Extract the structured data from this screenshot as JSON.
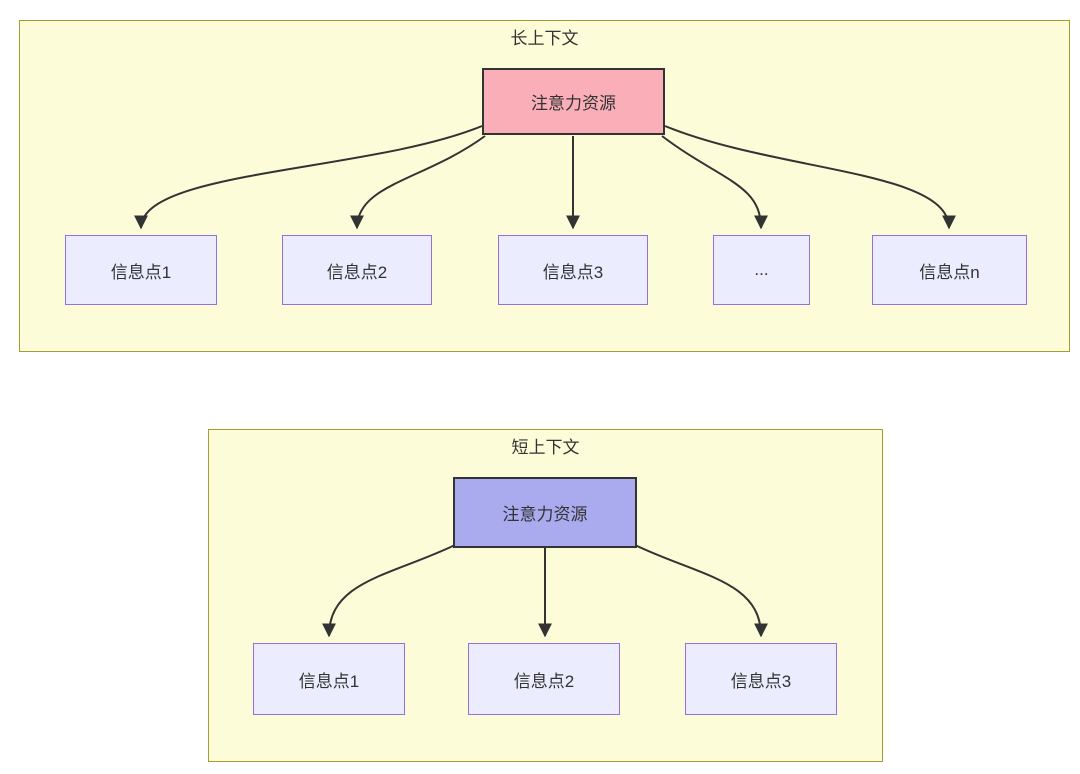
{
  "diagram": {
    "sections": [
      {
        "title": "长上下文",
        "source": "注意力资源",
        "targets": [
          "信息点1",
          "信息点2",
          "信息点3",
          "...",
          "信息点n"
        ]
      },
      {
        "title": "短上下文",
        "source": "注意力资源",
        "targets": [
          "信息点1",
          "信息点2",
          "信息点3"
        ]
      }
    ],
    "colors": {
      "section_fill": "#FCFCD8",
      "section_border": "#A0A030",
      "source_fill_long": "#F9AEB8",
      "source_fill_short": "#AAAAEE",
      "source_border": "#333333",
      "target_fill": "#ECECFF",
      "target_border": "#9370DB",
      "edge": "#333333",
      "text": "#333333"
    }
  }
}
